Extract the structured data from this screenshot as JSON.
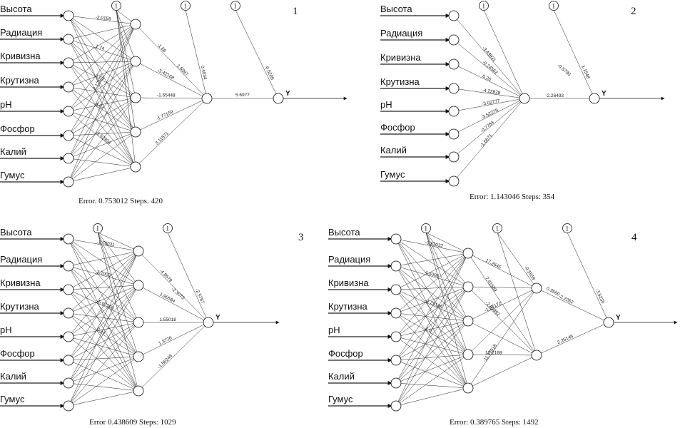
{
  "inputs": [
    "Высота",
    "Радиация",
    "Кривизна",
    "Крутизна",
    "рН",
    "Фосфор",
    "Калий",
    "Гумус"
  ],
  "output_label": "Y",
  "bias_label": "1",
  "panels": [
    {
      "number": "1",
      "caption": "Error. 0.753012 Steps. 420",
      "hidden_layers": [
        5
      ],
      "visible_weights": {
        "input_hidden": [
          "-2.0159",
          "1.74",
          "1.60",
          "4.02",
          "-1.62904",
          "3.125"
        ],
        "hidden_out": [
          "-1.66",
          "-3.42168",
          "-1.65448",
          "-1.77159",
          "3.11571"
        ],
        "final": "5.6977",
        "bias_hidden": "1.6997",
        "bias_out": "0.4034",
        "bias_final": "-0.5209"
      }
    },
    {
      "number": "2",
      "caption": "Error: 1.143046 Steps: 354",
      "hidden_layers": [
        1
      ],
      "visible_weights": {
        "input_hidden": [
          "-3.49931",
          "-0.24562",
          "6.26",
          "-4.22828",
          "-3.02777",
          "-3.52276",
          "-0.7784",
          "-1.6671"
        ],
        "hidden_out": [
          "-2.26493"
        ],
        "bias_hidden": "-0.5790",
        "bias_out": "1.1548"
      }
    },
    {
      "number": "3",
      "caption": "Error 0.438609 Steps: 1029",
      "hidden_layers": [
        5
      ],
      "visible_weights": {
        "input_hidden": [
          "-1.78031",
          "3.2003",
          "-5.02106",
          "0.94"
        ],
        "hidden_out": [
          "-4.8579",
          "1.90584",
          "1.55018",
          "1.3726",
          "-1.56248"
        ],
        "bias_hidden": "-2.3073",
        "bias_out": "-2.5767"
      }
    },
    {
      "number": "4",
      "caption": "Error: 0.389765 Steps: 1492",
      "hidden_layers": [
        5,
        2
      ],
      "visible_weights": {
        "input_hidden": [
          "-0.82032",
          "4.5006",
          "-1.29185",
          "2.0"
        ],
        "hidden_hidden": [
          "17.2645",
          "-2.85992",
          "-1.27172",
          "12.2168",
          "-11.77918",
          "7.41589"
        ],
        "hidden_out": [
          "-2.2262",
          "2.25146"
        ],
        "bias_hidden2": "0.3560",
        "bias_mid": "-0.5559",
        "bias_out": "-3.5235"
      }
    }
  ]
}
